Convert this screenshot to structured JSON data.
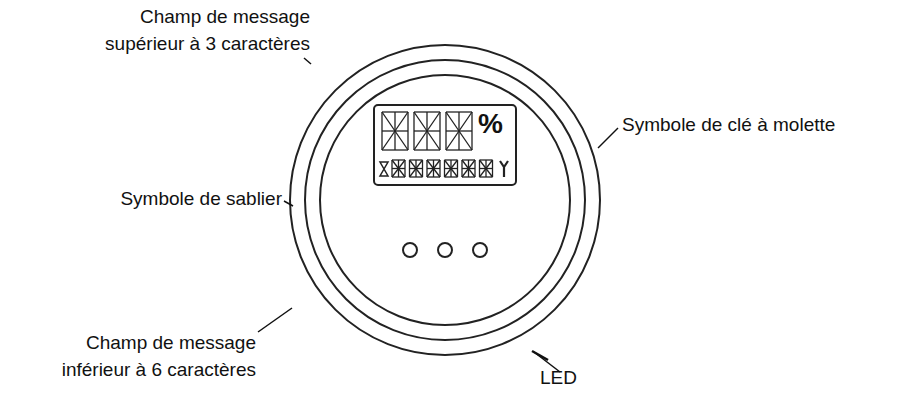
{
  "diagram": {
    "labels": [
      "Champ de message supérieur à 3 caractères",
      "Symbole de clé à molette",
      "%",
      "Symbole de sablier",
      "Champ de message inférieur à 6 caractères",
      "LED"
    ]
  }
}
